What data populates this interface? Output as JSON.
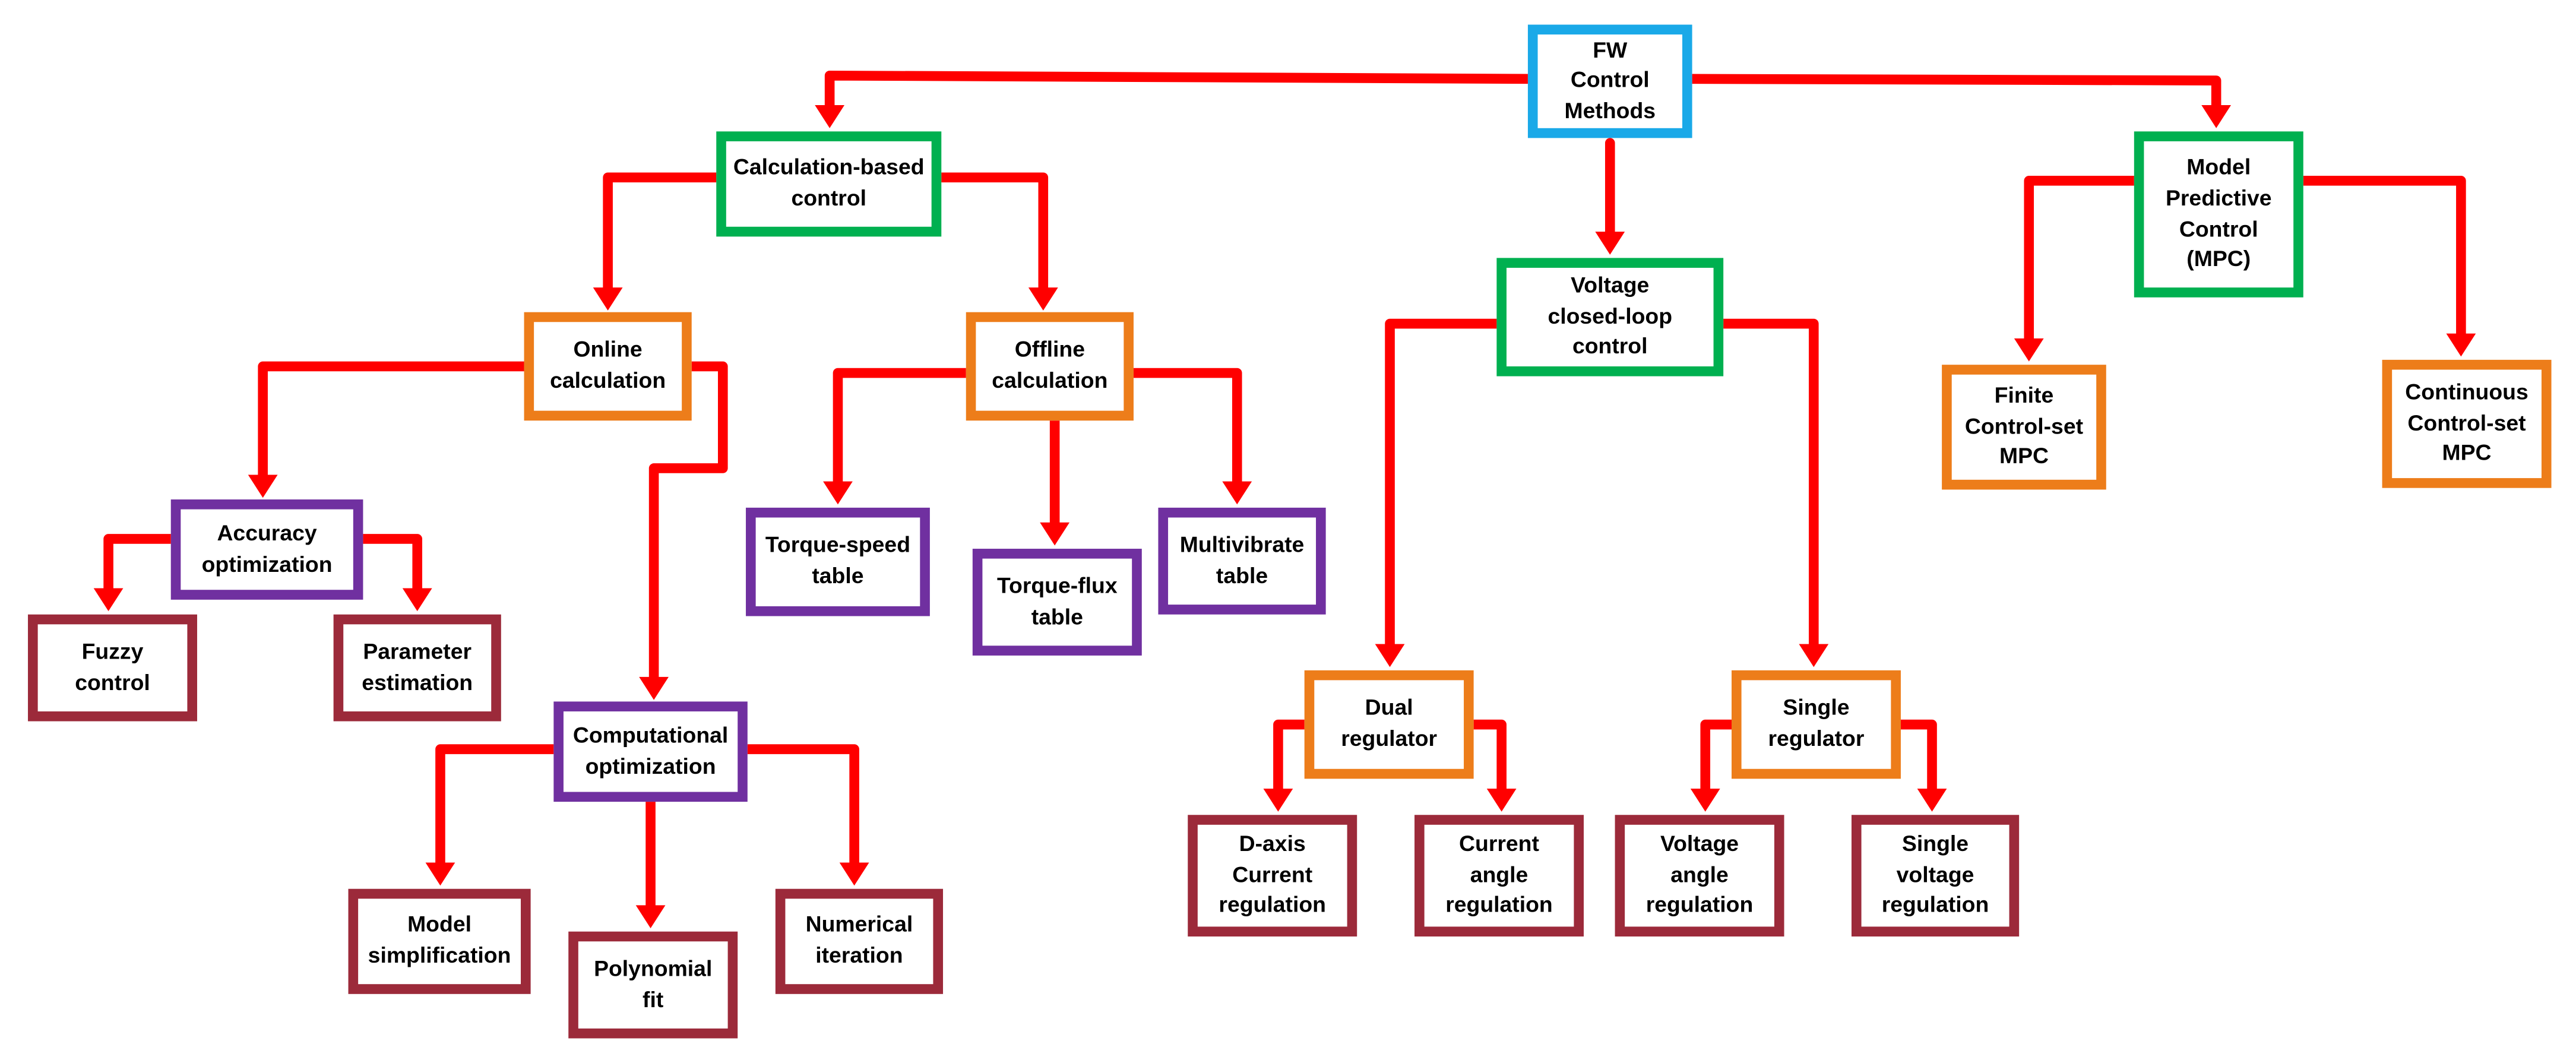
{
  "colors": {
    "arrow": "#ff0000",
    "root": "#1aa9e8",
    "category": "#00b050",
    "calculation": "#ed7d1a",
    "table": "#7030a0",
    "leaf": "#9c2a3a"
  },
  "nodes": [
    {
      "id": "fw-control-methods",
      "text": "FW\nControl\nMethods",
      "color": "root"
    },
    {
      "id": "calculation-based-control",
      "text": "Calculation-based\ncontrol",
      "color": "category"
    },
    {
      "id": "voltage-closed-loop-control",
      "text": "Voltage\nclosed-loop\ncontrol",
      "color": "category"
    },
    {
      "id": "model-predictive-control",
      "text": "Model\nPredictive\nControl\n(MPC)",
      "color": "category"
    },
    {
      "id": "online-calculation",
      "text": "Online\ncalculation",
      "color": "calculation"
    },
    {
      "id": "offline-calculation",
      "text": "Offline\ncalculation",
      "color": "calculation"
    },
    {
      "id": "finite-control-set-mpc",
      "text": "Finite\nControl-set\nMPC",
      "color": "calculation"
    },
    {
      "id": "continuous-control-set-mpc",
      "text": "Continuous\nControl-set\nMPC",
      "color": "calculation"
    },
    {
      "id": "accuracy-optimization",
      "text": "Accuracy\noptimization",
      "color": "table"
    },
    {
      "id": "computational-optimization",
      "text": "Computational\noptimization",
      "color": "table"
    },
    {
      "id": "torque-speed-table",
      "text": "Torque-speed\ntable",
      "color": "table"
    },
    {
      "id": "torque-flux-table",
      "text": "Torque-flux\ntable",
      "color": "table"
    },
    {
      "id": "multivibrate-table",
      "text": "Multivibrate\ntable",
      "color": "table"
    },
    {
      "id": "fuzzy-control",
      "text": "Fuzzy\ncontrol",
      "color": "leaf"
    },
    {
      "id": "parameter-estimation",
      "text": "Parameter\nestimation",
      "color": "leaf"
    },
    {
      "id": "model-simplification",
      "text": "Model\nsimplification",
      "color": "leaf"
    },
    {
      "id": "polynomial-fit",
      "text": "Polynomial\nfit",
      "color": "leaf"
    },
    {
      "id": "numerical-iteration",
      "text": "Numerical\niteration",
      "color": "leaf"
    },
    {
      "id": "dual-regulator",
      "text": "Dual\nregulator",
      "color": "calculation"
    },
    {
      "id": "single-regulator",
      "text": "Single\nregulator",
      "color": "calculation"
    },
    {
      "id": "d-axis-current-regulation",
      "text": "D-axis\nCurrent\nregulation",
      "color": "leaf"
    },
    {
      "id": "current-angle-regulation",
      "text": "Current\nangle\nregulation",
      "color": "leaf"
    },
    {
      "id": "voltage-angle-regulation",
      "text": "Voltage\nangle\nregulation",
      "color": "leaf"
    },
    {
      "id": "single-voltage-regulation",
      "text": "Single\nvoltage\nregulation",
      "color": "leaf"
    }
  ],
  "edges": [
    [
      "fw-control-methods",
      "calculation-based-control"
    ],
    [
      "fw-control-methods",
      "voltage-closed-loop-control"
    ],
    [
      "fw-control-methods",
      "model-predictive-control"
    ],
    [
      "calculation-based-control",
      "online-calculation"
    ],
    [
      "calculation-based-control",
      "offline-calculation"
    ],
    [
      "online-calculation",
      "accuracy-optimization"
    ],
    [
      "online-calculation",
      "computational-optimization"
    ],
    [
      "accuracy-optimization",
      "fuzzy-control"
    ],
    [
      "accuracy-optimization",
      "parameter-estimation"
    ],
    [
      "computational-optimization",
      "model-simplification"
    ],
    [
      "computational-optimization",
      "polynomial-fit"
    ],
    [
      "computational-optimization",
      "numerical-iteration"
    ],
    [
      "offline-calculation",
      "torque-speed-table"
    ],
    [
      "offline-calculation",
      "torque-flux-table"
    ],
    [
      "offline-calculation",
      "multivibrate-table"
    ],
    [
      "voltage-closed-loop-control",
      "dual-regulator"
    ],
    [
      "voltage-closed-loop-control",
      "single-regulator"
    ],
    [
      "dual-regulator",
      "d-axis-current-regulation"
    ],
    [
      "dual-regulator",
      "current-angle-regulation"
    ],
    [
      "single-regulator",
      "voltage-angle-regulation"
    ],
    [
      "single-regulator",
      "single-voltage-regulation"
    ],
    [
      "model-predictive-control",
      "finite-control-set-mpc"
    ],
    [
      "model-predictive-control",
      "continuous-control-set-mpc"
    ]
  ]
}
